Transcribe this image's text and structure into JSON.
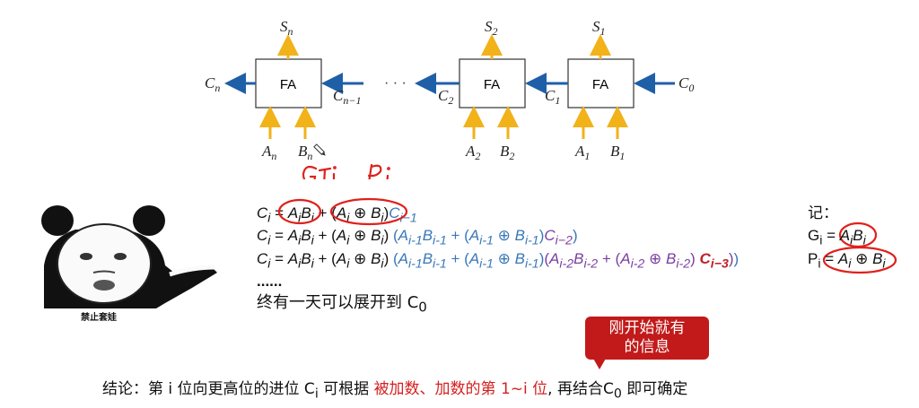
{
  "diagram": {
    "fa_label": "FA",
    "labels": {
      "sn": "S",
      "sn_sub": "n",
      "s2": "S",
      "s2_sub": "2",
      "s1": "S",
      "s1_sub": "1",
      "cn": "C",
      "cn_sub": "n",
      "cn1": "C",
      "cn1_sub": "n−1",
      "dots": "· · ·",
      "c2": "C",
      "c2_sub": "2",
      "c1": "C",
      "c1_sub": "1",
      "c0": "C",
      "c0_sub": "0",
      "an": "A",
      "an_sub": "n",
      "bn": "B",
      "bn_sub": "n",
      "a2": "A",
      "a2_sub": "2",
      "b2": "B",
      "b2_sub": "2",
      "a1": "A",
      "a1_sub": "1",
      "b1": "B",
      "b1_sub": "1"
    },
    "handwriting": {
      "gi": "Gi",
      "pi": "Pi"
    }
  },
  "meme": {
    "caption": "禁止套娃"
  },
  "equations": {
    "more": "......",
    "expand_text": "终有一天可以展开到 C",
    "expand_sub": "0"
  },
  "notes": {
    "title": "记：",
    "g": "G",
    "g_sub": "i",
    "p": "P",
    "p_sub": "i"
  },
  "callout": {
    "line1": "刚开始就有",
    "line2": "的信息"
  },
  "conclusion": {
    "part1": "结论：第 i 位向更高位的进位 C",
    "part1_sub": "i",
    "part2": " 可根据 ",
    "highlight": "被加数、加数的第 1~i 位",
    "part3": ", 再结合C",
    "part3_sub": "0",
    "part4": " 即可确定"
  },
  "colors": {
    "arrow_blue": "#1f5fa8",
    "arrow_yellow": "#f1b21a",
    "text_blue": "#3a78b8",
    "text_purple": "#7a3fa0",
    "marker_red": "#e0201c"
  }
}
